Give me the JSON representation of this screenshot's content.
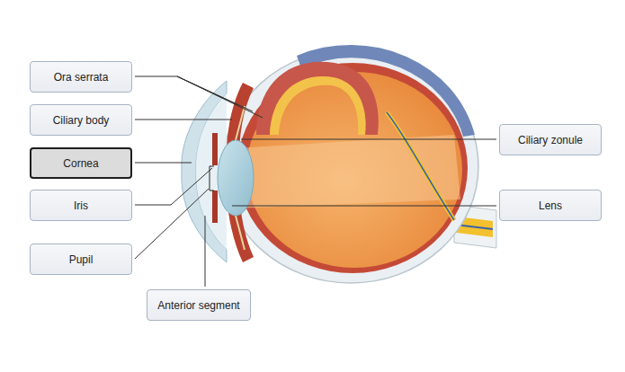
{
  "diagram": {
    "nodes": [
      {
        "text": [
          "Ora serrata"
        ]
      },
      {
        "text": [
          "Ciliary body"
        ]
      },
      {
        "text": [
          "Cornea"
        ]
      },
      {
        "text": [
          "Iris"
        ]
      },
      {
        "text": [
          "Pupil"
        ]
      },
      {
        "text": [
          "Anterior segment"
        ]
      },
      {
        "text": [
          "Ciliary zonule"
        ]
      },
      {
        "text": [
          "Lens"
        ]
      }
    ]
  }
}
